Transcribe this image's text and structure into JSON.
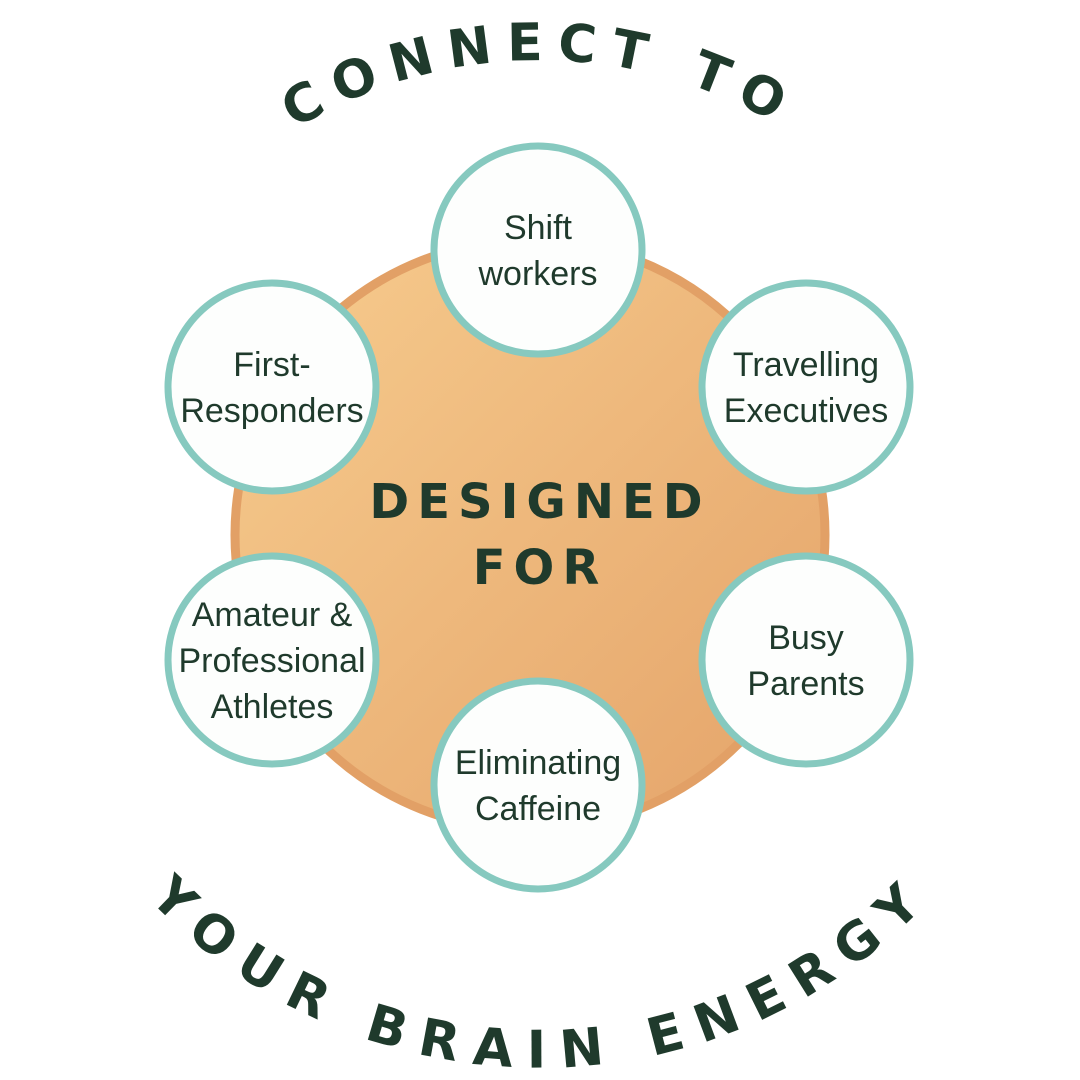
{
  "top_arc_text": "CONNECT TO",
  "bottom_arc_text": "YOUR BRAIN ENERGY",
  "center": {
    "line1": "DESIGNED",
    "line2": "FOR"
  },
  "nodes": [
    {
      "lines": [
        "Shift",
        "workers"
      ]
    },
    {
      "lines": [
        "Travelling",
        "Executives"
      ]
    },
    {
      "lines": [
        "Busy",
        "Parents"
      ]
    },
    {
      "lines": [
        "Eliminating",
        "Caffeine"
      ]
    },
    {
      "lines": [
        "Amateur &",
        "Professional",
        "Athletes"
      ]
    },
    {
      "lines": [
        "First-",
        "Responders"
      ]
    }
  ],
  "colors": {
    "text": "#1f3a2c",
    "teal": "#86c9bf",
    "orange_border": "#e2a066",
    "orange_light": "#f6ca8c",
    "orange_dark": "#e5a56b"
  }
}
